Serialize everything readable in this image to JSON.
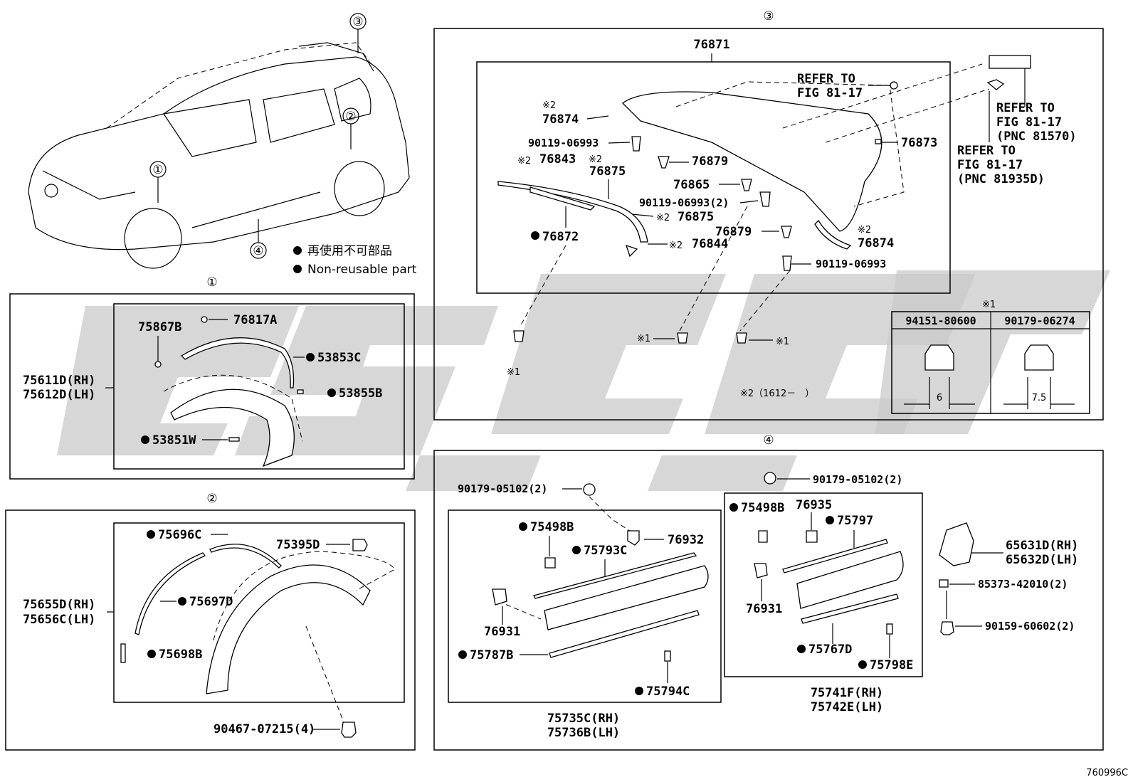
{
  "diagram_id": "760996C",
  "legend": {
    "jp": "再使用不可部品",
    "en": "Non-reusable part"
  },
  "section_markers": {
    "s1": "①",
    "s2": "②",
    "s3": "③",
    "s4": "④",
    "car_s1": "①",
    "car_s2": "②",
    "car_s3": "③",
    "car_s4": "④"
  },
  "section1": {
    "assy_rh": "75611D(RH)",
    "assy_lh": "75612D(LH)",
    "p_75867B": "75867B",
    "p_76817A": "76817A",
    "p_53853C": "53853C",
    "p_53855B": "53855B",
    "p_53851W": "53851W"
  },
  "section2": {
    "assy_rh": "75655D(RH)",
    "assy_lh": "75656C(LH)",
    "p_75696C": "75696C",
    "p_75395D": "75395D",
    "p_75697D": "75697D",
    "p_75698B": "75698B",
    "p_90467": "90467-07215(4)"
  },
  "section3": {
    "assy": "76871",
    "refer_1_a": "REFER TO",
    "refer_1_b": "FIG 81-17",
    "refer_2_a": "REFER TO",
    "refer_2_b": "FIG 81-17",
    "refer_2_c": "(PNC 81570)",
    "refer_3_a": "REFER TO",
    "refer_3_b": "FIG 81-17",
    "refer_3_c": "(PNC 81935D)",
    "note2": "※2",
    "note1": "※1",
    "p_76874_a": "76874",
    "p_90119_a": "90119-06993",
    "p_76843": "76843",
    "p_76875_a": "76875",
    "p_76879_a": "76879",
    "p_76873": "76873",
    "p_76865": "76865",
    "p_90119_b": "90119-06993(2)",
    "p_76875_b": "76875",
    "p_76872": "76872",
    "p_76879_b": "76879",
    "p_76874_b": "76874",
    "p_76844": "76844",
    "p_90119_c": "90119-06993",
    "footnote": "※2（1612－　）",
    "table": {
      "header": "※1",
      "col1": "94151-80600",
      "col2": "90179-06274",
      "dim1": "6",
      "dim2": "7.5"
    }
  },
  "section4": {
    "p_90179_a": "90179-05102(2)",
    "p_90179_b": "90179-05102(2)",
    "p_75498B_a": "75498B",
    "p_76932": "76932",
    "p_75793C": "75793C",
    "p_76931_a": "76931",
    "p_75787B": "75787B",
    "p_75794C": "75794C",
    "assy_a_rh": "75735C(RH)",
    "assy_a_lh": "75736B(LH)",
    "p_75498B_b": "75498B",
    "p_76935": "76935",
    "p_75797": "75797",
    "p_76931_b": "76931",
    "p_75767D": "75767D",
    "p_75798E": "75798E",
    "assy_b_rh": "75741F(RH)",
    "assy_b_lh": "75742E(LH)",
    "p_65631D": "65631D(RH)",
    "p_65632D": "65632D(LH)",
    "p_85373": "85373-42010(2)",
    "p_90159": "90159-60602(2)"
  }
}
